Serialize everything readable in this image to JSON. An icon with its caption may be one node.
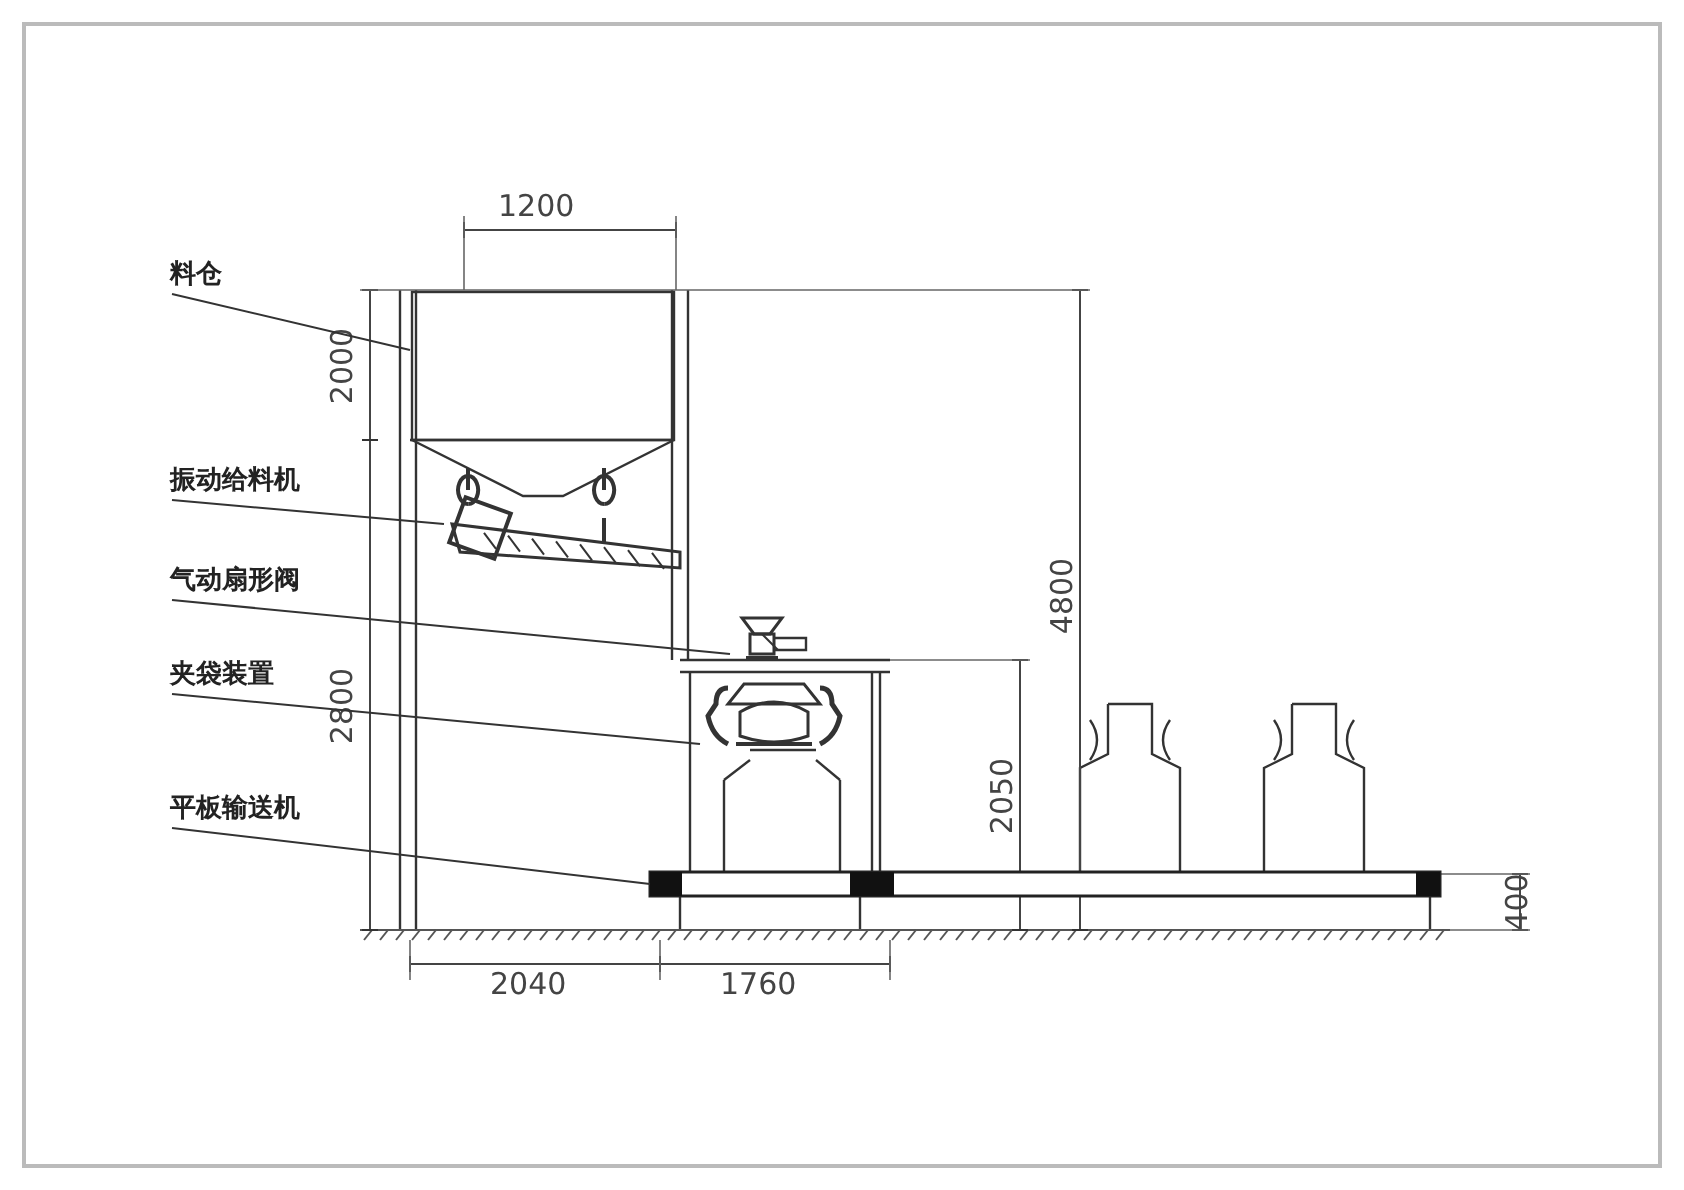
{
  "diagram": {
    "nodes": [
      {
        "text": [
          "料仓"
        ]
      },
      {
        "text": [
          "振动给料机"
        ]
      },
      {
        "text": [
          "气动扇形阀"
        ]
      },
      {
        "text": [
          "夹袋装置"
        ]
      },
      {
        "text": [
          "平板输送机"
        ]
      },
      {
        "text": [],
        "shape": "box"
      },
      {
        "text": [],
        "shape": "picture"
      },
      {
        "text": [],
        "shape": "picture"
      },
      {
        "text": [],
        "shape": "picture"
      },
      {
        "text": [],
        "shape": "bar"
      }
    ],
    "edges": [
      {
        "from": 0,
        "to": 5,
        "arrow": "none"
      },
      {
        "from": 1,
        "to": 6,
        "arrow": "none"
      },
      {
        "from": 2,
        "to": 7,
        "arrow": "none"
      },
      {
        "from": 3,
        "to": 8,
        "arrow": "none"
      },
      {
        "from": 4,
        "to": 9,
        "arrow": "none"
      }
    ],
    "labels": [
      "1200",
      "2000",
      "2800",
      "4800",
      "2050",
      "400",
      "2040",
      "1760"
    ]
  }
}
